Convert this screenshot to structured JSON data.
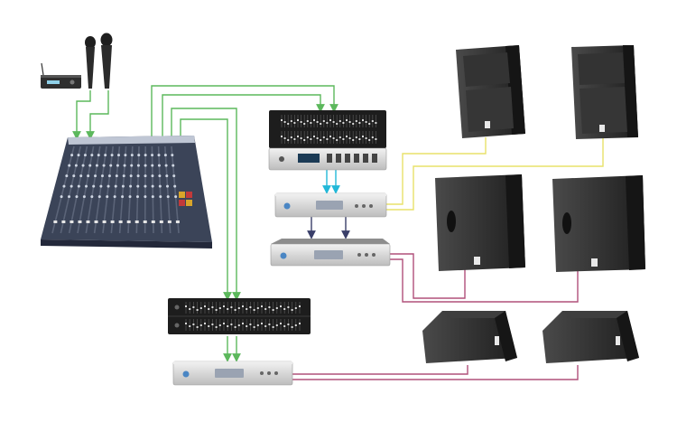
{
  "colors": {
    "background": "#ffffff",
    "green_signal": "#5cb85c",
    "cyan_signal": "#22b8d8",
    "navy_signal": "#3a3f6a",
    "yellow_wire": "#e8e26a",
    "magenta_wire": "#b0507a",
    "amp_silver": "#d6d6d6",
    "eq_black": "#1d1d1d",
    "speaker_black": "#2a2a2a",
    "mixer_body": "#3b4458"
  },
  "equipment": {
    "wireless_receiver": {
      "icon": "wireless-receiver-icon"
    },
    "microphones": {
      "icon": "handheld-microphone-icon",
      "count": 2
    },
    "mixer": {
      "icon": "mixing-console-icon",
      "channels": 16
    },
    "processor_rack": {
      "icon": "equalizer-processor-icon"
    },
    "amplifier_main": {
      "icon": "power-amplifier-icon"
    },
    "amplifier_sub": {
      "icon": "power-amplifier-icon"
    },
    "monitor_eq": {
      "icon": "graphic-equalizer-icon"
    },
    "amplifier_monitor": {
      "icon": "power-amplifier-icon"
    },
    "main_speakers": {
      "icon": "full-range-speaker-icon",
      "count": 2
    },
    "subwoofers": {
      "icon": "subwoofer-icon",
      "count": 2
    },
    "stage_monitors": {
      "icon": "stage-monitor-wedge-icon",
      "count": 2
    }
  }
}
